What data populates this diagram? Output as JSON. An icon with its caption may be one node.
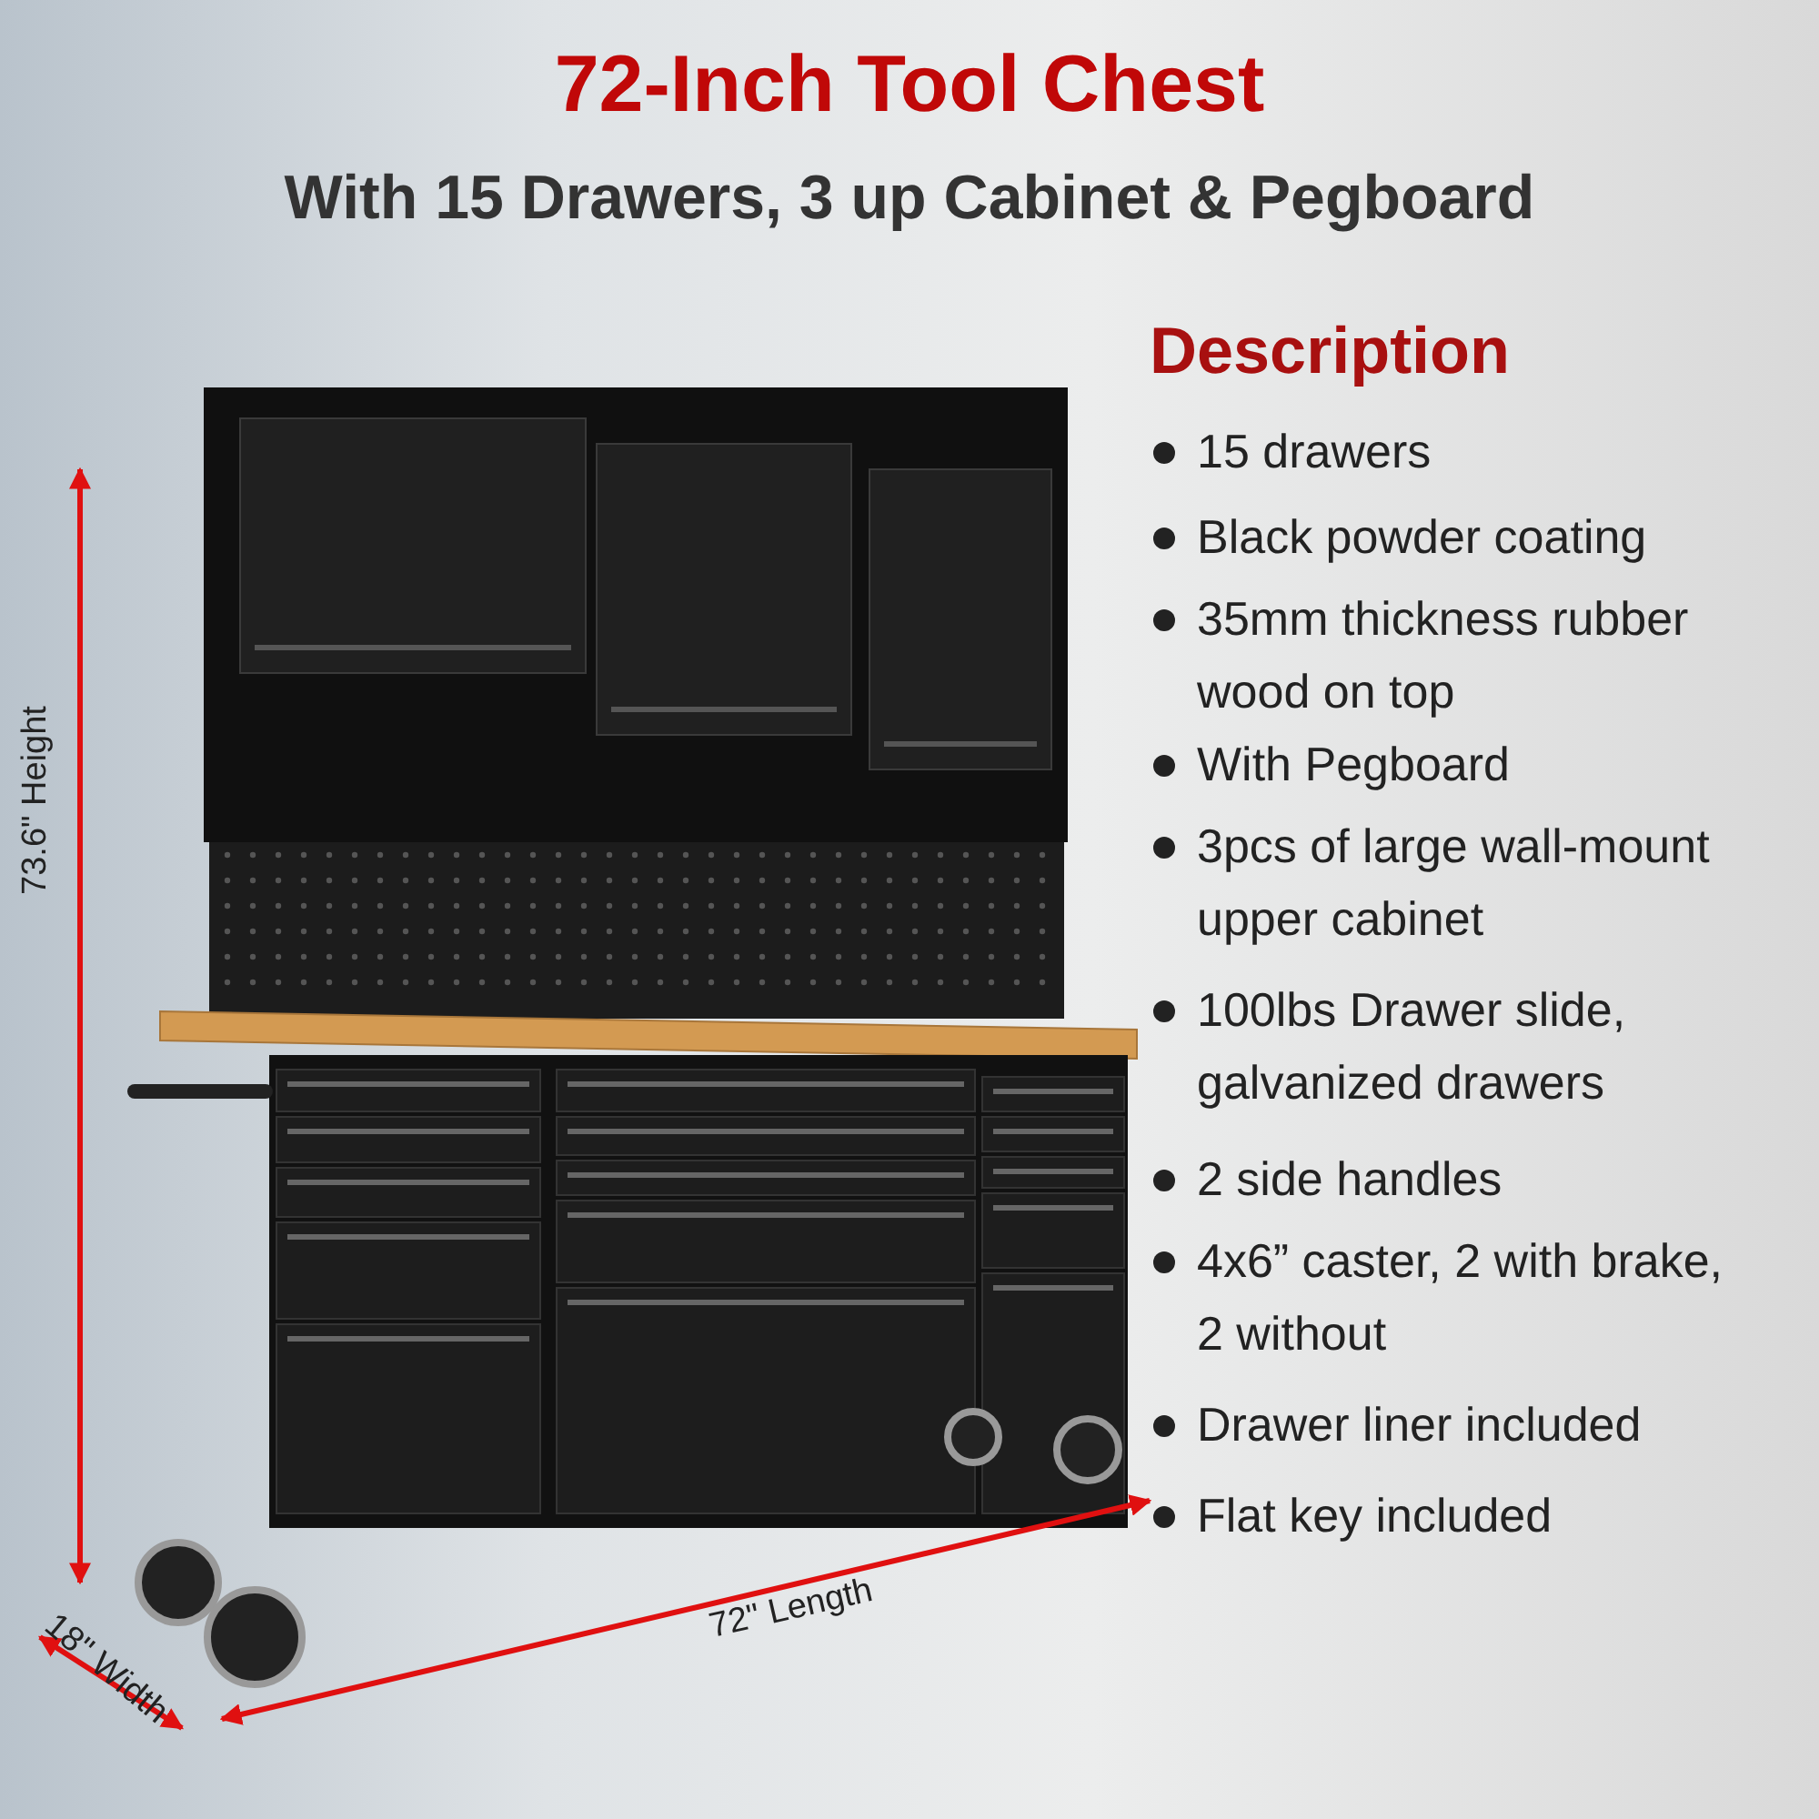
{
  "diagram": {
    "title": "72-Inch Tool Chest",
    "labels": [
      "With 15 Drawers, 3 up Cabinet & Pegboard",
      "Description",
      "15 drawers",
      "Black powder coating",
      "35mm thickness rubber wood on top",
      "With Pegboard",
      "3pcs of large wall-mount upper cabinet",
      "100lbs Drawer slide, galvanized drawers",
      "2 side handles",
      "4x6” caster, 2 with brake, 2 without",
      "Drawer liner included",
      "Flat key included",
      "73.6\" Height",
      "72\" Length",
      "18\" Width"
    ]
  }
}
